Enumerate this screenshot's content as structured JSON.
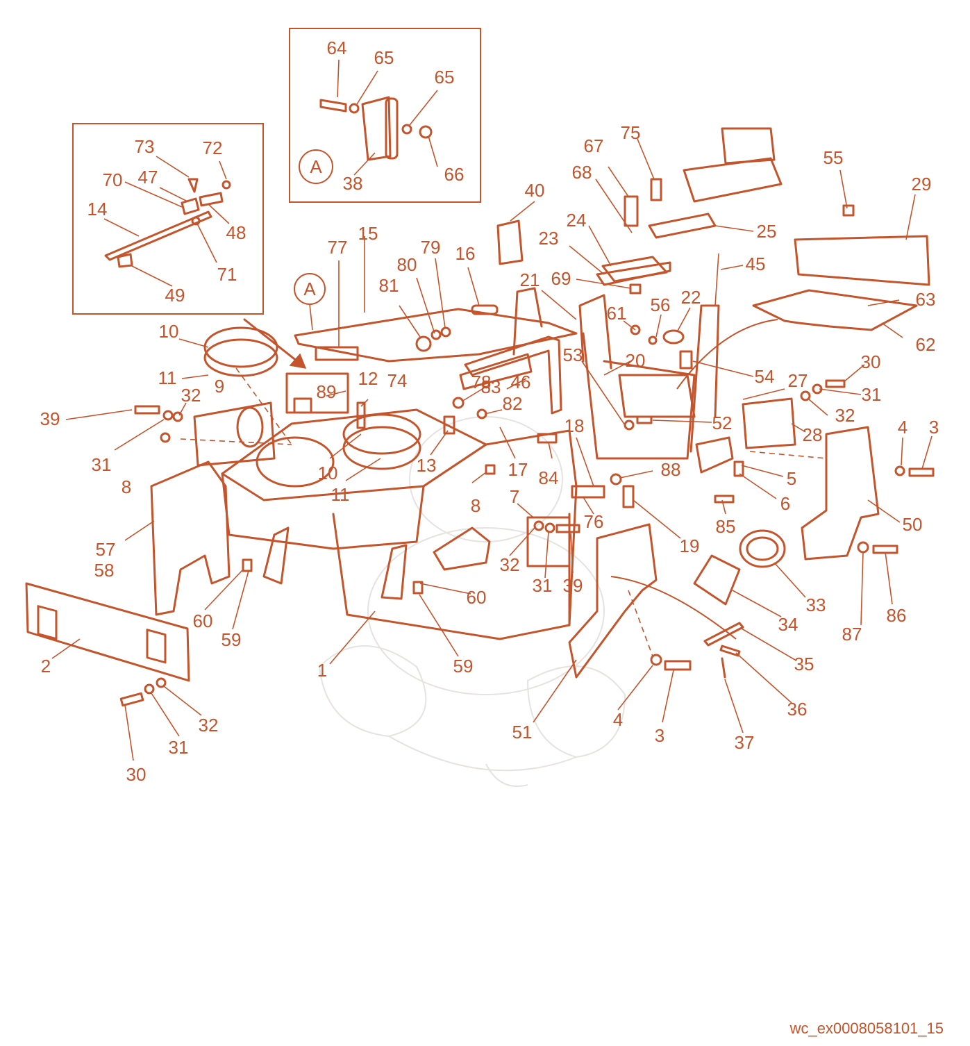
{
  "diagram": {
    "type": "exploded-parts-diagram",
    "ink_color": "#c4542b",
    "background_color": "#ffffff",
    "detail_marker": "A",
    "callouts": [
      {
        "id": "c64",
        "label": "64"
      },
      {
        "id": "c65a",
        "label": "65"
      },
      {
        "id": "c65b",
        "label": "65"
      },
      {
        "id": "c38",
        "label": "38"
      },
      {
        "id": "c66",
        "label": "66"
      },
      {
        "id": "c73",
        "label": "73"
      },
      {
        "id": "c72",
        "label": "72"
      },
      {
        "id": "c70",
        "label": "70"
      },
      {
        "id": "c47",
        "label": "47"
      },
      {
        "id": "c14",
        "label": "14"
      },
      {
        "id": "c48",
        "label": "48"
      },
      {
        "id": "c71",
        "label": "71"
      },
      {
        "id": "c49",
        "label": "49"
      },
      {
        "id": "c67",
        "label": "67"
      },
      {
        "id": "c75",
        "label": "75"
      },
      {
        "id": "c68",
        "label": "68"
      },
      {
        "id": "c40",
        "label": "40"
      },
      {
        "id": "c25",
        "label": "25"
      },
      {
        "id": "c24",
        "label": "24"
      },
      {
        "id": "c23",
        "label": "23"
      },
      {
        "id": "c55",
        "label": "55"
      },
      {
        "id": "c29",
        "label": "29"
      },
      {
        "id": "c45",
        "label": "45"
      },
      {
        "id": "c69",
        "label": "69"
      },
      {
        "id": "c63",
        "label": "63"
      },
      {
        "id": "c62",
        "label": "62"
      },
      {
        "id": "c21",
        "label": "21"
      },
      {
        "id": "c61",
        "label": "61"
      },
      {
        "id": "c56",
        "label": "56"
      },
      {
        "id": "c22",
        "label": "22"
      },
      {
        "id": "c15",
        "label": "15"
      },
      {
        "id": "c77",
        "label": "77"
      },
      {
        "id": "c79",
        "label": "79"
      },
      {
        "id": "c80",
        "label": "80"
      },
      {
        "id": "c16",
        "label": "16"
      },
      {
        "id": "c81",
        "label": "81"
      },
      {
        "id": "c10a",
        "label": "10"
      },
      {
        "id": "c11a",
        "label": "11"
      },
      {
        "id": "c9",
        "label": "9"
      },
      {
        "id": "c12",
        "label": "12"
      },
      {
        "id": "c74",
        "label": "74"
      },
      {
        "id": "c89",
        "label": "89"
      },
      {
        "id": "c78",
        "label": "78"
      },
      {
        "id": "c83",
        "label": "83"
      },
      {
        "id": "c46",
        "label": "46"
      },
      {
        "id": "c53",
        "label": "53"
      },
      {
        "id": "c20",
        "label": "20"
      },
      {
        "id": "c54",
        "label": "54"
      },
      {
        "id": "c27",
        "label": "27"
      },
      {
        "id": "c30a",
        "label": "30"
      },
      {
        "id": "c31a",
        "label": "31"
      },
      {
        "id": "c32a",
        "label": "32"
      },
      {
        "id": "c39a",
        "label": "39"
      },
      {
        "id": "c32b",
        "label": "32"
      },
      {
        "id": "c31b",
        "label": "31"
      },
      {
        "id": "c8a",
        "label": "8"
      },
      {
        "id": "c82",
        "label": "82"
      },
      {
        "id": "c52",
        "label": "52"
      },
      {
        "id": "c28",
        "label": "28"
      },
      {
        "id": "c4a",
        "label": "4"
      },
      {
        "id": "c3a",
        "label": "3"
      },
      {
        "id": "c18",
        "label": "18"
      },
      {
        "id": "c10b",
        "label": "10"
      },
      {
        "id": "c13",
        "label": "13"
      },
      {
        "id": "c17",
        "label": "17"
      },
      {
        "id": "c11b",
        "label": "11"
      },
      {
        "id": "c84",
        "label": "84"
      },
      {
        "id": "c88",
        "label": "88"
      },
      {
        "id": "c5",
        "label": "5"
      },
      {
        "id": "c8b",
        "label": "8"
      },
      {
        "id": "c7",
        "label": "7"
      },
      {
        "id": "c6",
        "label": "6"
      },
      {
        "id": "c76",
        "label": "76"
      },
      {
        "id": "c85",
        "label": "85"
      },
      {
        "id": "c50",
        "label": "50"
      },
      {
        "id": "c57",
        "label": "57"
      },
      {
        "id": "c58",
        "label": "58"
      },
      {
        "id": "c32c",
        "label": "32"
      },
      {
        "id": "c19",
        "label": "19"
      },
      {
        "id": "c31c",
        "label": "31"
      },
      {
        "id": "c39b",
        "label": "39"
      },
      {
        "id": "c60a",
        "label": "60"
      },
      {
        "id": "c60b",
        "label": "60"
      },
      {
        "id": "c33",
        "label": "33"
      },
      {
        "id": "c34",
        "label": "34"
      },
      {
        "id": "c87",
        "label": "87"
      },
      {
        "id": "c86",
        "label": "86"
      },
      {
        "id": "c59a",
        "label": "59"
      },
      {
        "id": "c2",
        "label": "2"
      },
      {
        "id": "c1",
        "label": "1"
      },
      {
        "id": "c59b",
        "label": "59"
      },
      {
        "id": "c35",
        "label": "35"
      },
      {
        "id": "c36",
        "label": "36"
      },
      {
        "id": "c32d",
        "label": "32"
      },
      {
        "id": "c51",
        "label": "51"
      },
      {
        "id": "c4b",
        "label": "4"
      },
      {
        "id": "c31d",
        "label": "31"
      },
      {
        "id": "c3b",
        "label": "3"
      },
      {
        "id": "c37",
        "label": "37"
      },
      {
        "id": "c30b",
        "label": "30"
      }
    ]
  },
  "footer": {
    "code": "wc_ex0008058101_15"
  }
}
